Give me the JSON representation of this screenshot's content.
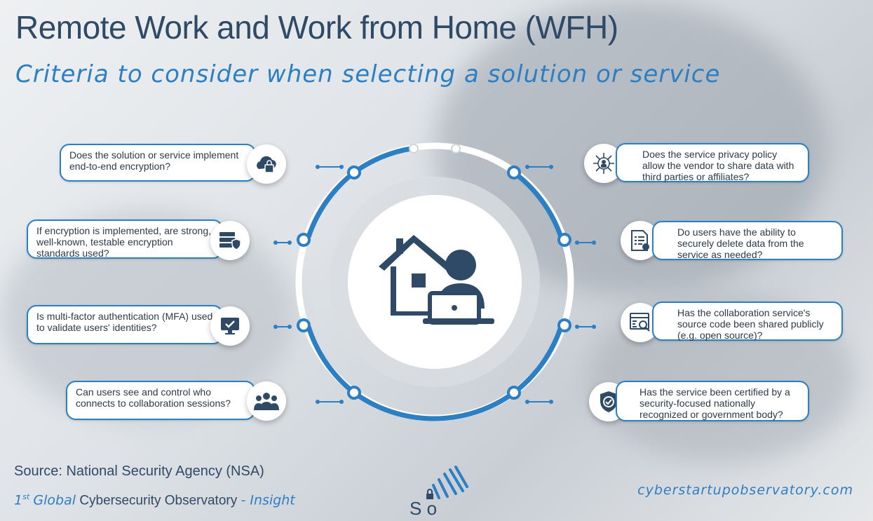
{
  "header": {
    "title": "Remote Work and Work from Home (WFH)",
    "subtitle": "Criteria to consider when selecting a solution or service"
  },
  "criteria_left": [
    {
      "text": "Does the solution or service implement end-to-end encryption?",
      "icon": "cloud-lock-icon"
    },
    {
      "text": "If encryption is implemented, are strong, well-known, testable encryption standards used?",
      "icon": "server-shield-icon"
    },
    {
      "text": "Is multi-factor authentication (MFA) used to validate users' identities?",
      "icon": "monitor-check-icon"
    },
    {
      "text": "Can users see and control who connects to collaboration sessions?",
      "icon": "users-group-icon"
    }
  ],
  "criteria_right": [
    {
      "text": "Does the service privacy policy allow the vendor to share data with third parties or affiliates?",
      "icon": "circuit-user-icon"
    },
    {
      "text": "Do users have the ability to securely delete data from the service as needed?",
      "icon": "document-checklist-icon"
    },
    {
      "text": "Has the collaboration service's source code been shared publicly (e.g. open source)?",
      "icon": "code-window-search-icon"
    },
    {
      "text": "Has the service been certified by a security-focused nationally recognized or government body?",
      "icon": "shield-check-icon"
    }
  ],
  "center_icon": "home-worker-laptop-icon",
  "footer": {
    "source": "Source: National Security Agency (NSA)",
    "observatory_prefix": "1",
    "observatory_sup": "st",
    "observatory_global": "Global",
    "observatory_name": "Cybersecurity Observatory",
    "observatory_suffix": "- Insight",
    "website": "cyberstartupobservatory.com",
    "logo_letters": "S o"
  },
  "colors": {
    "accent": "#2c7fc2",
    "dark": "#2f4a66"
  }
}
